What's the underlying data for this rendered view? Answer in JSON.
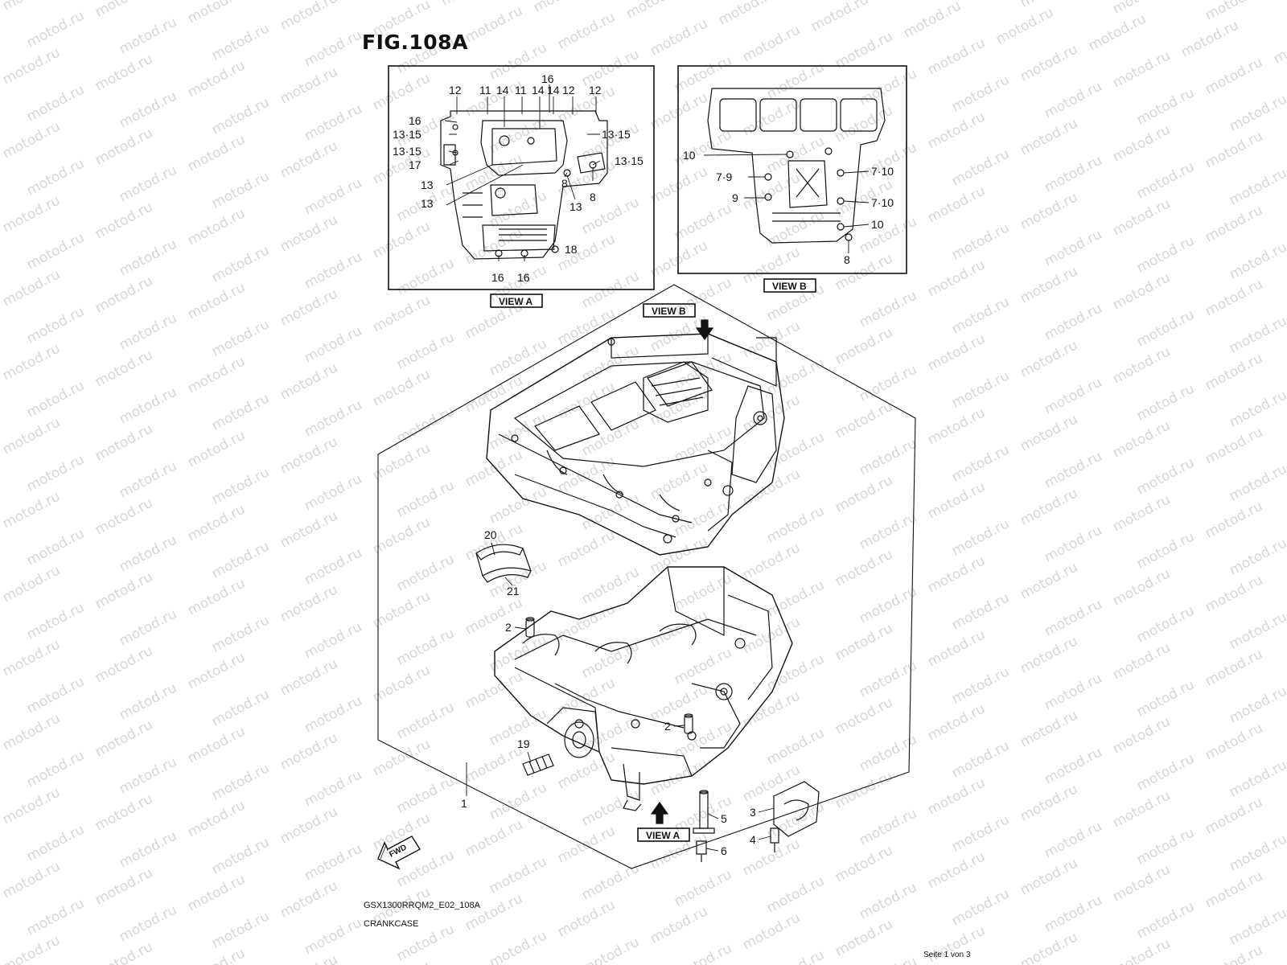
{
  "watermark": "motod.ru",
  "figure_title": "FIG.108A",
  "views": {
    "view_a": "VIEW A",
    "view_b": "VIEW B"
  },
  "fwd_label": "FWD",
  "view_a_labels": [
    "12",
    "11",
    "14",
    "11",
    "14",
    "14",
    "12",
    "12",
    "16",
    "16",
    "13·15",
    "13·15",
    "13·15",
    "13·15",
    "17",
    "13",
    "13",
    "8",
    "8",
    "13",
    "18",
    "16",
    "16"
  ],
  "view_b_labels": [
    "10",
    "7·9",
    "9",
    "7·10",
    "7·10",
    "10",
    "8"
  ],
  "main_labels": [
    "20",
    "21",
    "2",
    "2",
    "19",
    "1",
    "3",
    "4",
    "5",
    "6"
  ],
  "caption_model": "GSX1300RRQM2_E02_108A",
  "caption_name": "CRANKCASE",
  "page_indicator": "Seite 1 von 3"
}
